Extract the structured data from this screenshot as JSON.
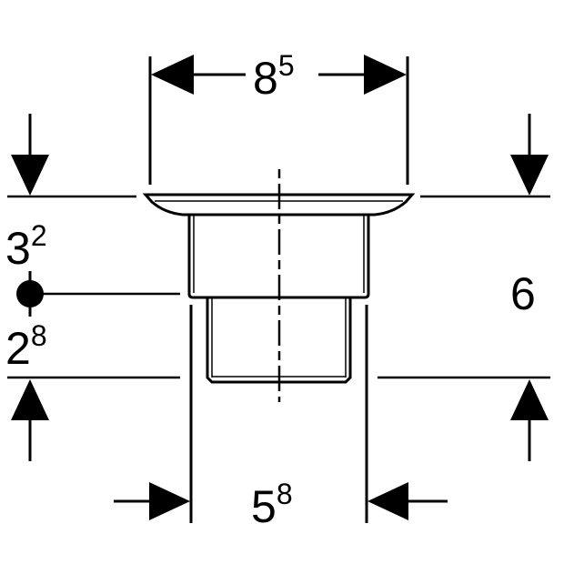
{
  "dimensions": {
    "top_width": {
      "base": "8",
      "sup": "5"
    },
    "bottom_width": {
      "base": "5",
      "sup": "8"
    },
    "upper_height": {
      "base": "3",
      "sup": "2"
    },
    "lower_height": {
      "base": "2",
      "sup": "8"
    },
    "total_height": {
      "value": "6"
    }
  }
}
